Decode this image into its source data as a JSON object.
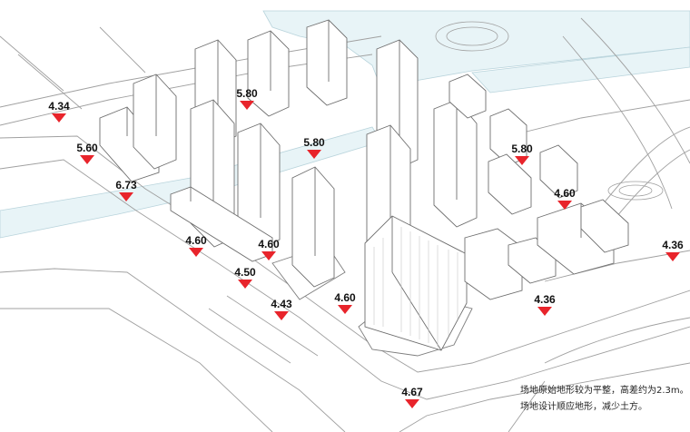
{
  "elevation_markers": [
    {
      "id": "m01",
      "value": "4.34"
    },
    {
      "id": "m02",
      "value": "5.60"
    },
    {
      "id": "m03",
      "value": "6.73"
    },
    {
      "id": "m04",
      "value": "5.80"
    },
    {
      "id": "m05",
      "value": "5.80"
    },
    {
      "id": "m06",
      "value": "5.80"
    },
    {
      "id": "m07",
      "value": "4.60"
    },
    {
      "id": "m08",
      "value": "4.60"
    },
    {
      "id": "m09",
      "value": "4.60"
    },
    {
      "id": "m10",
      "value": "4.50"
    },
    {
      "id": "m11",
      "value": "4.43"
    },
    {
      "id": "m12",
      "value": "4.60"
    },
    {
      "id": "m13",
      "value": "4.36"
    },
    {
      "id": "m14",
      "value": "4.36"
    },
    {
      "id": "m15",
      "value": "4.67"
    }
  ],
  "note": {
    "line1": "场地原始地形较为平整，高差约为2.3m。",
    "line2": "场地设计顺应地形，减少土方。"
  },
  "colors": {
    "water": "#e8f4f7",
    "marker": "#e8242b",
    "line": "#9a9a9a"
  }
}
